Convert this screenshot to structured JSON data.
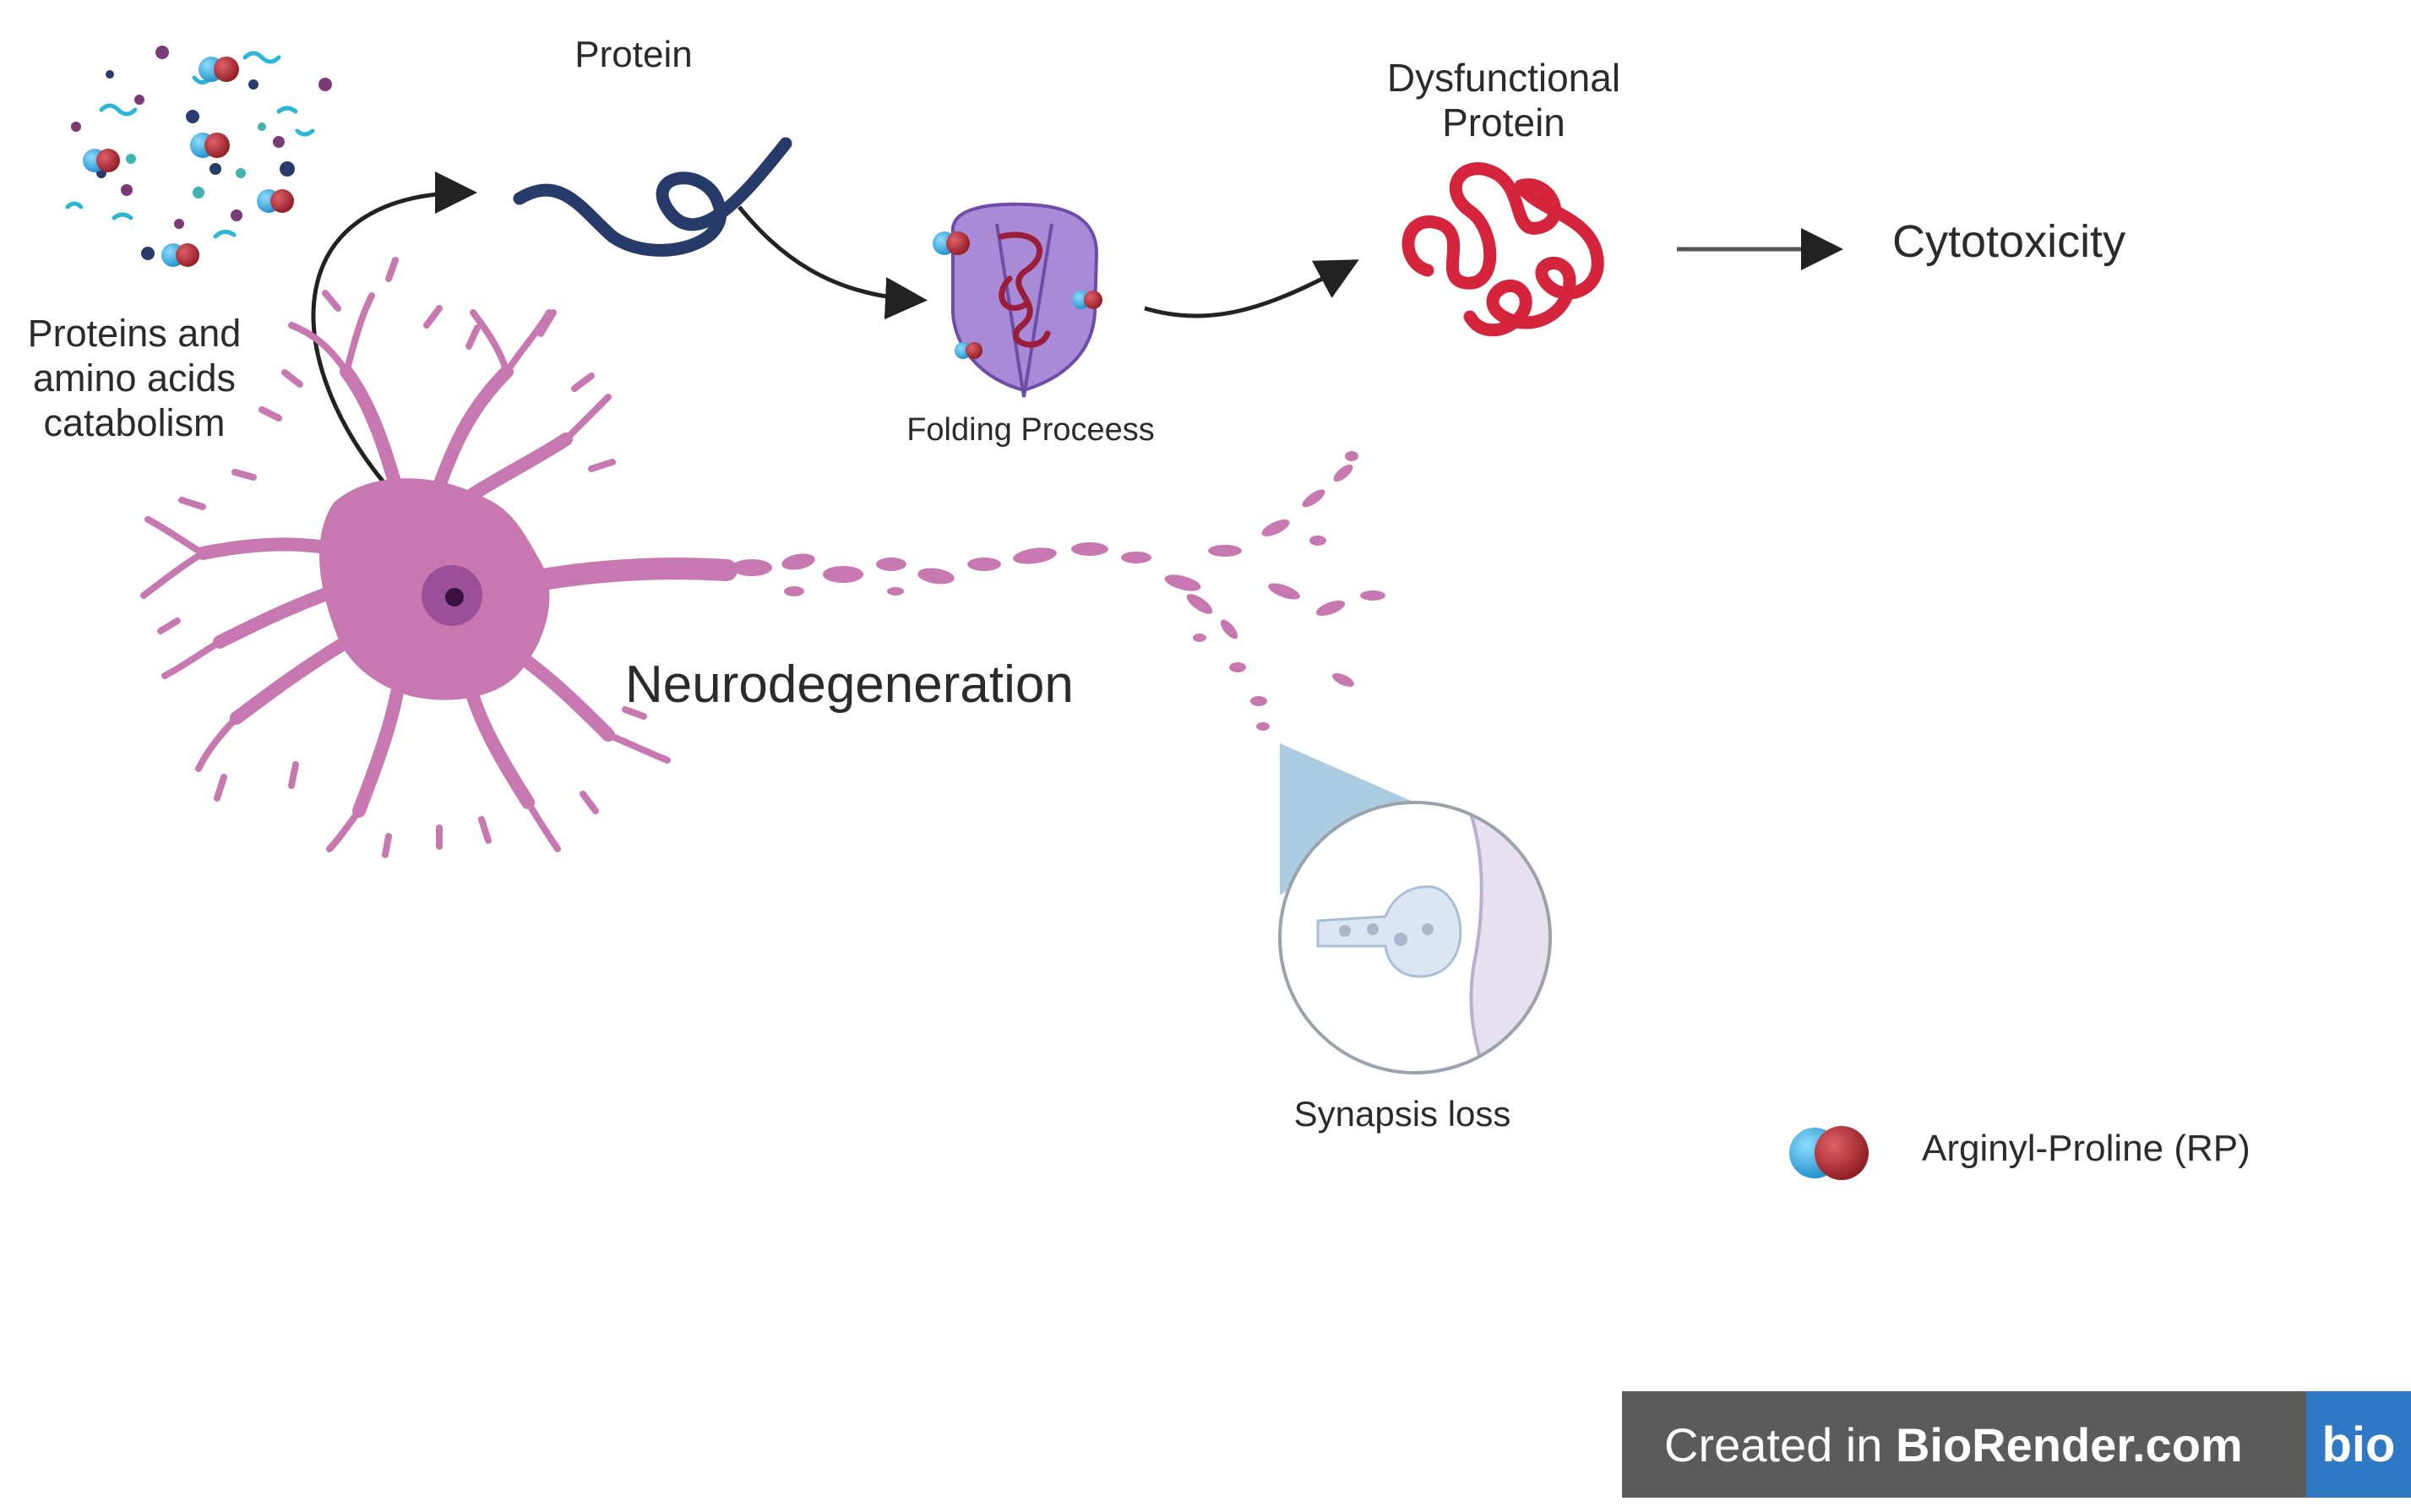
{
  "labels": {
    "catabolism_line1": "Proteins and",
    "catabolism_line2": "amino acids",
    "catabolism_line3": "catabolism",
    "protein": "Protein",
    "dysfunctional_line1": "Dysfunctional",
    "dysfunctional_line2": "Protein",
    "folding": "Folding Proceess",
    "cytotoxicity": "Cytotoxicity",
    "neurodegeneration": "Neurodegeneration",
    "synapsis": "Synapsis loss"
  },
  "legend": {
    "label": "Arginyl-Proline (RP)"
  },
  "watermark": {
    "prefix": "Created in ",
    "brand": "BioRender.com",
    "logo": "bio"
  },
  "colors": {
    "arginine": "#27a9dd",
    "proline": "#b3242b",
    "neuron": "#c778b0",
    "protein_chain": "#263b6a",
    "dysfunctional_protein": "#d5253d",
    "folding_chaperone": "#a98ad6",
    "arrow": "#222222",
    "badge": "#5b5b5b",
    "badge_logo": "#2f78c4"
  }
}
